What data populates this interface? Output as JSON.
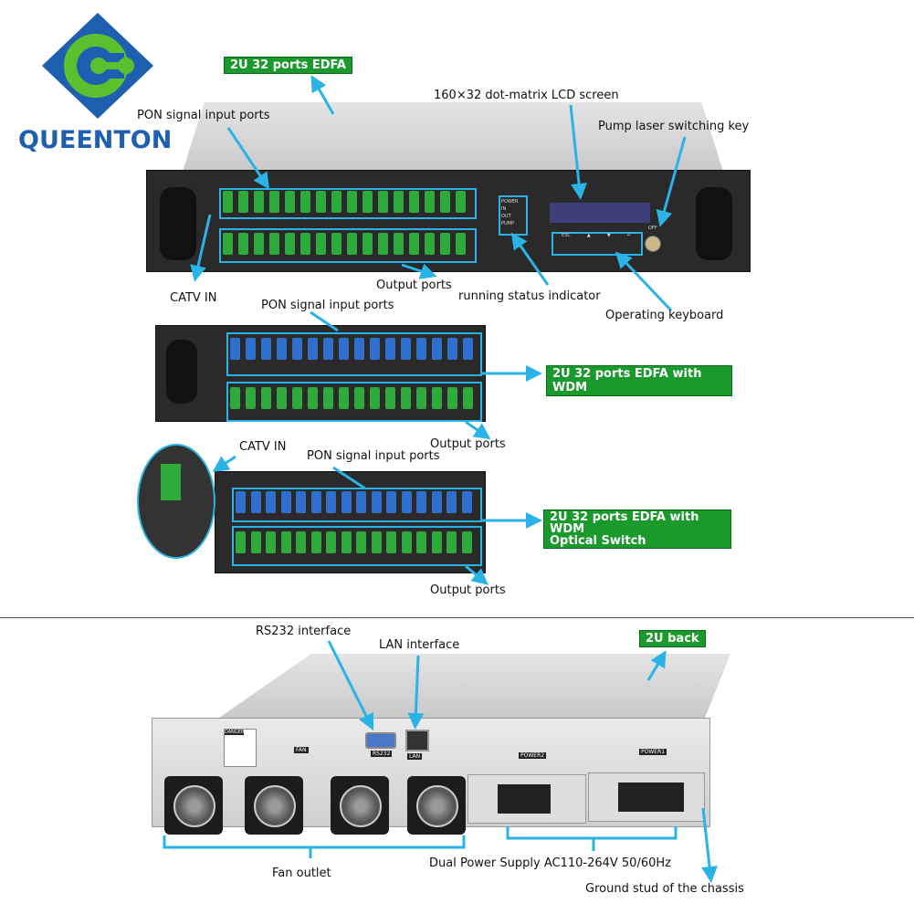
{
  "brand": {
    "name": "QUEENTON",
    "colors": {
      "blue": "#1f5fb0",
      "green": "#5cc02e"
    }
  },
  "accent": {
    "arrow": "#29b3e6",
    "label_bg": "#1a9a2c"
  },
  "front_view": {
    "badge": "2U 32 ports EDFA",
    "labels": {
      "pon_input": "PON signal input ports",
      "lcd": "160×32 dot-matrix LCD screen",
      "pump_key": "Pump laser switching key",
      "output": "Output ports",
      "status": "running status indicator",
      "catv": "CATV IN",
      "keyboard": "Operating keyboard"
    },
    "indicators": [
      "POWER",
      "IN",
      "OUT",
      "PUMP"
    ],
    "keys": [
      "ESC",
      "▲",
      "▼",
      "↵"
    ],
    "key_switch": "OFF"
  },
  "wdm_view": {
    "badge": "2U 32 ports EDFA with WDM",
    "labels": {
      "pon_input": "PON signal input ports",
      "output": "Output ports"
    }
  },
  "switch_view": {
    "badge_line1": "2U 32 ports EDFA with WDM",
    "badge_line2": "Optical Switch",
    "labels": {
      "catv": "CATV IN",
      "pon_input": "PON signal input ports",
      "output": "Output ports"
    }
  },
  "rear_view": {
    "badge": "2U back",
    "labels": {
      "rs232": "RS232 interface",
      "lan": "LAN interface",
      "fan": "Fan outlet",
      "power": "Dual Power Supply AC110-264V 50/60Hz",
      "ground": "Ground stud of the chassis"
    },
    "panel_marks": {
      "rs232": "RS232",
      "lan": "LAN",
      "fan": "FAN",
      "power2": "POWER2",
      "power1": "POWER1",
      "danger": "DANGER"
    }
  }
}
